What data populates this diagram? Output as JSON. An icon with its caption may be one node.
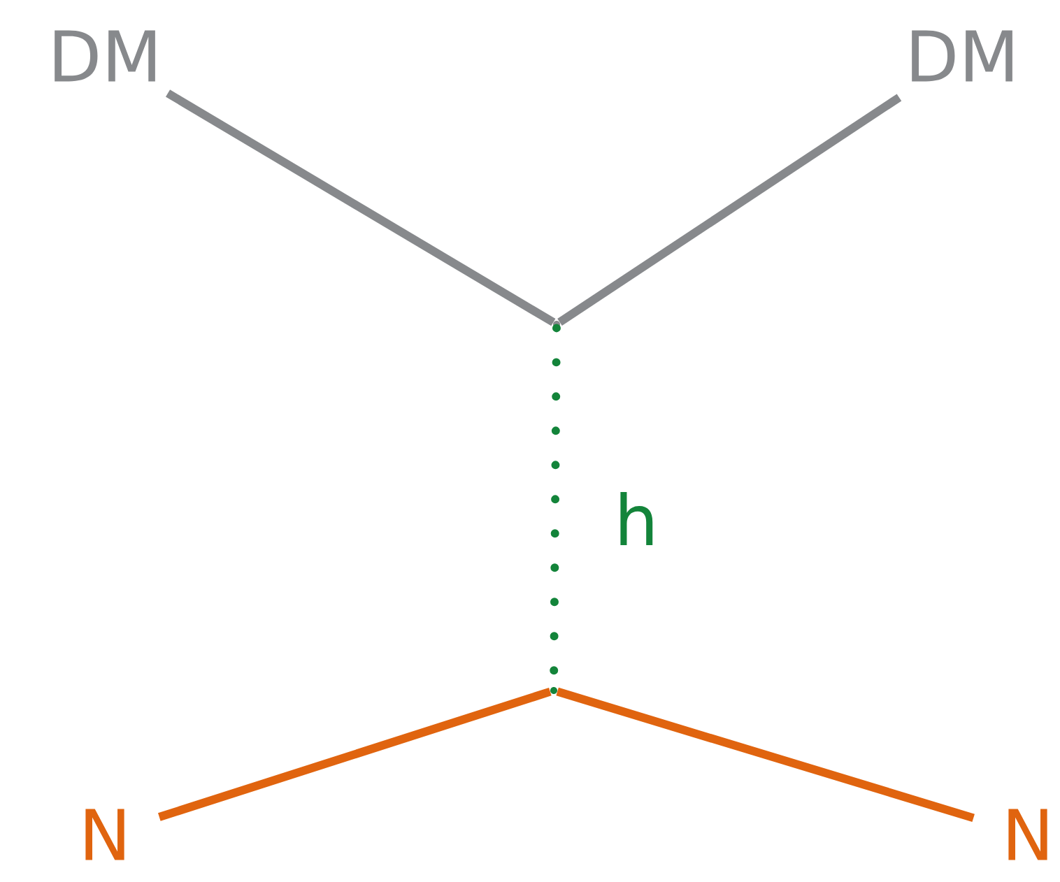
{
  "diagram": {
    "nodes": [
      {
        "text": [
          "DM"
        ]
      },
      {
        "text": [
          "DM"
        ]
      },
      {
        "text": [],
        "shape": "point"
      },
      {
        "text": [],
        "shape": "point"
      },
      {
        "text": [
          "N"
        ]
      },
      {
        "text": [
          "N"
        ]
      }
    ],
    "edges": [
      {
        "from": 0,
        "to": 2,
        "arrow": "none",
        "color": "#87898c"
      },
      {
        "from": 1,
        "to": 2,
        "arrow": "none",
        "color": "#87898c"
      },
      {
        "from": 2,
        "to": 3,
        "arrow": "none",
        "label": "h",
        "style": "dashed",
        "color": "#13843a"
      },
      {
        "from": 3,
        "to": 4,
        "arrow": "none",
        "color": "#e0640f"
      },
      {
        "from": 3,
        "to": 5,
        "arrow": "none",
        "color": "#e0640f"
      }
    ]
  }
}
